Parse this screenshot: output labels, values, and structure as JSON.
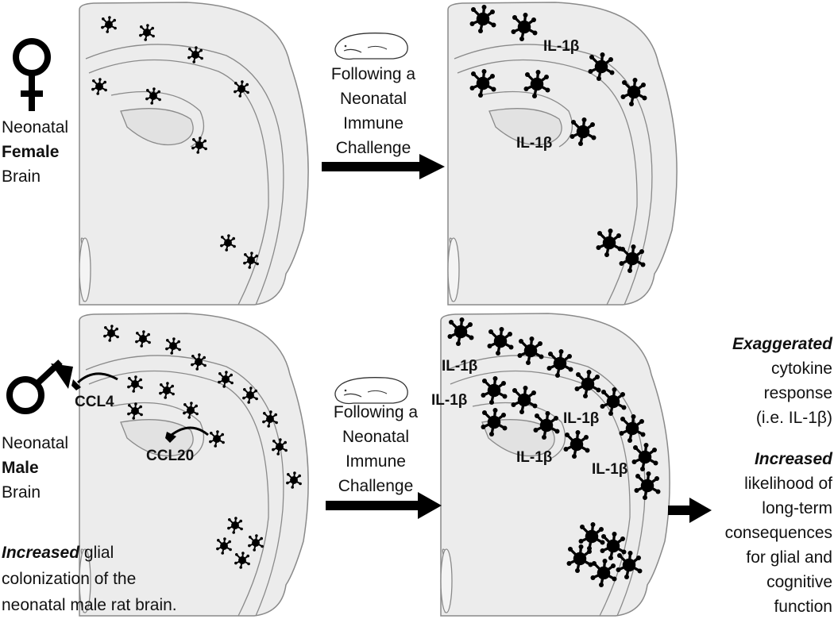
{
  "female": {
    "line1": "Neonatal",
    "line2": "Female",
    "line3": "Brain"
  },
  "male": {
    "line1": "Neonatal",
    "line2": "Male",
    "line3": "Brain"
  },
  "challenge_top": [
    "Following a",
    "Neonatal",
    "Immune",
    "Challenge"
  ],
  "challenge_bottom": [
    "Following a",
    "Neonatal",
    "Immune",
    "Challenge"
  ],
  "labels": {
    "il1b": "IL-1β",
    "ccl4": "CCL4",
    "ccl20": "CCL20"
  },
  "colonization": {
    "emph": "Increased",
    "rest1": " glial",
    "line2": "colonization of the",
    "line3": "neonatal male rat brain."
  },
  "outcome1": {
    "emph": "Exaggerated",
    "line2": "cytokine",
    "line3": "response",
    "line4": "(i.e. IL-1β)"
  },
  "outcome2": {
    "emph": "Increased",
    "line2": "likelihood of",
    "line3": "long-term",
    "line4": "consequences",
    "line5": "for glial and",
    "line6": "cognitive",
    "line7": "function"
  },
  "colors": {
    "brain_fill": "#ececec",
    "outline": "#8a8a8a",
    "cell": "#000000",
    "arrow": "#000000"
  },
  "icons": [
    "female-symbol-icon",
    "male-symbol-icon",
    "rat-pup-icon",
    "microglia-cell-icon",
    "arrow-right-icon"
  ]
}
